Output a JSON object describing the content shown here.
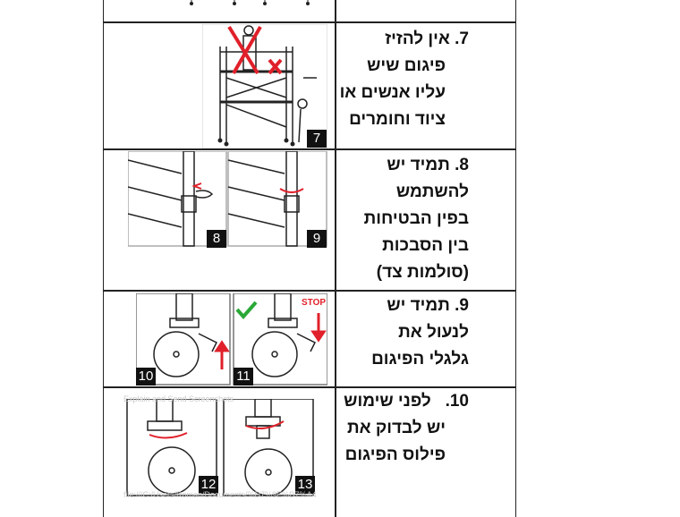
{
  "rows": [
    {
      "number": "7.",
      "lines": [
        "אין להזיז",
        "פיגום שיש",
        "עליו אנשים או",
        "ציוד וחומרים"
      ],
      "figures": [
        "7"
      ]
    },
    {
      "number": "8.",
      "lines": [
        "תמיד יש",
        "להשתמש",
        "בפין הבטיחות",
        "בין הסבכות",
        "(סולמות צד)"
      ],
      "figures": [
        "8",
        "9"
      ]
    },
    {
      "number": "9.",
      "lines": [
        "תמיד יש",
        "לנעול את",
        "גלגלי הפיגום"
      ],
      "figures": [
        "10",
        "11"
      ],
      "stop_label": "STOP"
    },
    {
      "number": "10.",
      "lines": [
        "לפני שימוש",
        "יש לבדוק את",
        "פילוס הפיגום"
      ],
      "figures": [
        "12",
        "13"
      ]
    }
  ],
  "watermark_top": "Explain and Send Screenshots",
  "watermark_bottom": "file:///C:/Users/Roman/Documents/%D7%9E%D7%A4"
}
